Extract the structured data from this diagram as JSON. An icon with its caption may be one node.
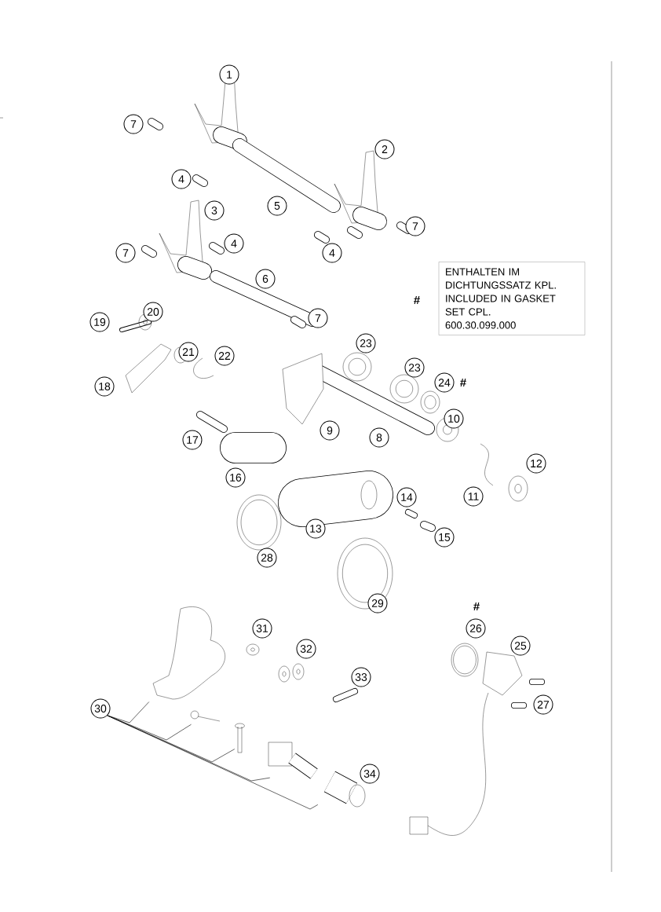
{
  "diagram": {
    "nodes": [
      {
        "text": [
          "ENTHALTEN IM DICHTUNGSSATZ KPL.",
          "INCLUDED IN GASKET SET CPL.",
          "600.30.099.000"
        ]
      },
      {
        "text": [
          "30"
        ]
      },
      {
        "text": [],
        "shape": "picture"
      },
      {
        "text": [],
        "shape": "picture"
      },
      {
        "text": [],
        "shape": "picture"
      },
      {
        "text": [],
        "shape": "picture"
      },
      {
        "text": [],
        "shape": "picture"
      }
    ],
    "edges": [
      {
        "from": 1,
        "to": 2,
        "arrow": "none"
      },
      {
        "from": 1,
        "to": 3,
        "arrow": "none"
      },
      {
        "from": 1,
        "to": 4,
        "arrow": "none"
      },
      {
        "from": 1,
        "to": 5,
        "arrow": "none"
      },
      {
        "from": 1,
        "to": 6,
        "arrow": "none"
      }
    ],
    "labels": [
      "1",
      "7",
      "2",
      "4",
      "5",
      "3",
      "7",
      "4",
      "7",
      "4",
      "6",
      "#",
      "7",
      "20",
      "19",
      "23",
      "21",
      "22",
      "23",
      "24",
      "#",
      "18",
      "10",
      "9",
      "8",
      "17",
      "16",
      "12",
      "11",
      "14",
      "13",
      "15",
      "28",
      "29",
      "#",
      "26",
      "31",
      "25",
      "32",
      "33",
      "27",
      "34"
    ]
  }
}
